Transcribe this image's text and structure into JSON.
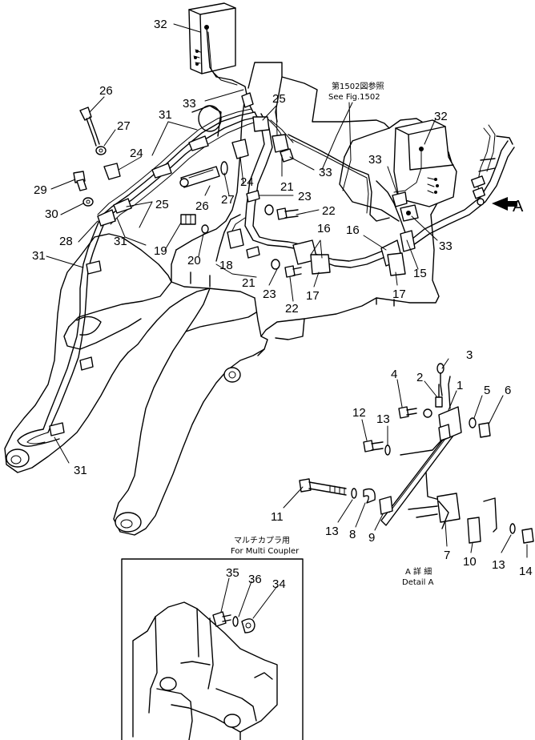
{
  "callouts": [
    {
      "id": "c32a",
      "text": "32"
    },
    {
      "id": "c26a",
      "text": "26"
    },
    {
      "id": "c27a",
      "text": "27"
    },
    {
      "id": "c31a",
      "text": "31"
    },
    {
      "id": "c33a",
      "text": "33"
    },
    {
      "id": "c25a",
      "text": "25"
    },
    {
      "id": "c24a",
      "text": "24"
    },
    {
      "id": "c29",
      "text": "29"
    },
    {
      "id": "c30",
      "text": "30"
    },
    {
      "id": "c25b",
      "text": "25"
    },
    {
      "id": "c26b",
      "text": "26"
    },
    {
      "id": "c27b",
      "text": "27"
    },
    {
      "id": "c28",
      "text": "28"
    },
    {
      "id": "c31b",
      "text": "31"
    },
    {
      "id": "c19",
      "text": "19"
    },
    {
      "id": "c20",
      "text": "20"
    },
    {
      "id": "c31c",
      "text": "31"
    },
    {
      "id": "c24b",
      "text": "24"
    },
    {
      "id": "c21a",
      "text": "21"
    },
    {
      "id": "c33b",
      "text": "33"
    },
    {
      "id": "c23a",
      "text": "23"
    },
    {
      "id": "c22a",
      "text": "22"
    },
    {
      "id": "c18",
      "text": "18"
    },
    {
      "id": "c21b",
      "text": "21"
    },
    {
      "id": "c23b",
      "text": "23"
    },
    {
      "id": "c22b",
      "text": "22"
    },
    {
      "id": "c16a",
      "text": "16"
    },
    {
      "id": "c17a",
      "text": "17"
    },
    {
      "id": "c32b",
      "text": "32"
    },
    {
      "id": "c33c",
      "text": "33"
    },
    {
      "id": "c16b",
      "text": "16"
    },
    {
      "id": "c33d",
      "text": "33"
    },
    {
      "id": "c15",
      "text": "15"
    },
    {
      "id": "c17b",
      "text": "17"
    },
    {
      "id": "c31d",
      "text": "31"
    },
    {
      "id": "cA",
      "text": "A"
    },
    {
      "id": "c3",
      "text": "3"
    },
    {
      "id": "c4",
      "text": "4"
    },
    {
      "id": "c2",
      "text": "2"
    },
    {
      "id": "c1",
      "text": "1"
    },
    {
      "id": "c5",
      "text": "5"
    },
    {
      "id": "c6",
      "text": "6"
    },
    {
      "id": "c12",
      "text": "12"
    },
    {
      "id": "c13a",
      "text": "13"
    },
    {
      "id": "c11",
      "text": "11"
    },
    {
      "id": "c13b",
      "text": "13"
    },
    {
      "id": "c8",
      "text": "8"
    },
    {
      "id": "c9",
      "text": "9"
    },
    {
      "id": "c7",
      "text": "7"
    },
    {
      "id": "c10",
      "text": "10"
    },
    {
      "id": "c13c",
      "text": "13"
    },
    {
      "id": "c14",
      "text": "14"
    },
    {
      "id": "c35",
      "text": "35"
    },
    {
      "id": "c36",
      "text": "36"
    },
    {
      "id": "c34",
      "text": "34"
    }
  ],
  "notes": {
    "ref_jp": "第1502図参照",
    "ref_en": "See Fig.1502",
    "detail_jp": "A 詳 細",
    "detail_en": "Detail A",
    "inset_jp": "マルチカプラ用",
    "inset_en": "For Multi Coupler"
  }
}
